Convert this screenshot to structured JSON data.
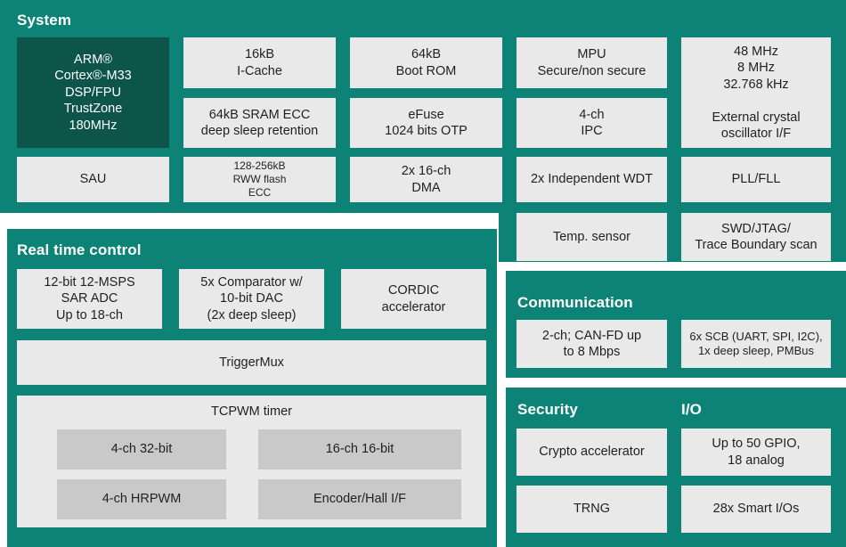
{
  "diagram": {
    "title_hidden": "",
    "colors": {
      "panel_teal": "#0d8377",
      "core_dark_teal": "#0d5449",
      "block_gray": "#e9e9e9",
      "subblock_gray": "#c9c9c9",
      "text_dark": "#231f20",
      "text_light": "#ffffff",
      "page_background": "#ffffff"
    }
  },
  "system": {
    "title": "System",
    "core": "ARM®\nCortex®-M33\nDSP/FPU\nTrustZone\n180MHz",
    "blocks": {
      "icache": "16kB\nI-Cache",
      "sram": "64kB SRAM ECC\ndeep sleep retention",
      "bootrom": "64kB\nBoot ROM",
      "efuse": "eFuse\n1024 bits OTP",
      "mpu": "MPU\nSecure/non secure",
      "ipc": "4-ch\nIPC",
      "clocks": "48 MHz\n8 MHz\n32.768 kHz\n\nExternal crystal\noscillator I/F",
      "sau": "SAU",
      "flash": "128-256kB\nRWW flash\nECC",
      "dma": "2x 16-ch\nDMA",
      "wdt": "2x Independent WDT",
      "pll": "PLL/FLL",
      "temp": "Temp. sensor",
      "swd": "SWD/JTAG/\nTrace Boundary scan"
    }
  },
  "realtime": {
    "title": "Real time control",
    "blocks": {
      "adc": "12-bit 12-MSPS\nSAR ADC\nUp to 18-ch",
      "comparator": "5x Comparator w/\n10-bit DAC\n(2x deep sleep)",
      "cordic": "CORDIC\naccelerator",
      "triggermux": "TriggerMux"
    },
    "tcpwm": {
      "label": "TCPWM timer",
      "subblocks": {
        "ch32": "4-ch 32-bit",
        "ch16": "16-ch 16-bit",
        "hrpwm": "4-ch HRPWM",
        "encoder": "Encoder/Hall I/F"
      }
    }
  },
  "communication": {
    "title": "Communication",
    "blocks": {
      "canfd": "2-ch; CAN-FD up\nto 8 Mbps",
      "scb": "6x SCB (UART, SPI, I2C),\n1x deep sleep, PMBus"
    }
  },
  "security": {
    "title": "Security",
    "blocks": {
      "crypto": "Crypto accelerator",
      "trng": "TRNG"
    }
  },
  "io": {
    "title": "I/O",
    "blocks": {
      "gpio": "Up to 50 GPIO,\n18 analog",
      "smart": "28x Smart I/Os"
    }
  }
}
